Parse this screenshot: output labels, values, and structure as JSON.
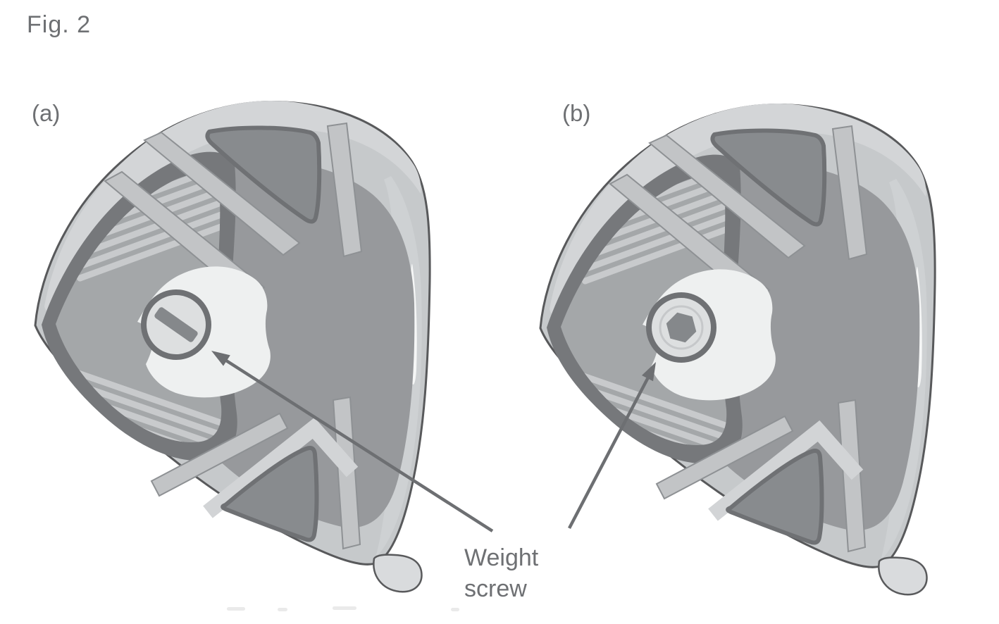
{
  "figure": {
    "label": "Fig. 2"
  },
  "panels": [
    {
      "label": "(a)",
      "screw": "slotted weight screw"
    },
    {
      "label": "(b)",
      "screw": "hex-socket weight screw"
    }
  ],
  "annotation": {
    "line1": "Weight",
    "line2": "screw"
  },
  "colors": {
    "ink": "#6e7073",
    "outline": "#58595b",
    "body": "#c6c9cb",
    "highlight": "#d3d5d7",
    "panel": "#97999c",
    "dark_recess": "#76787b",
    "stripe": "#c8cacc",
    "boss": "#eef0f0",
    "screw_insert": "#85888b",
    "arrow": "#6d6f72"
  }
}
